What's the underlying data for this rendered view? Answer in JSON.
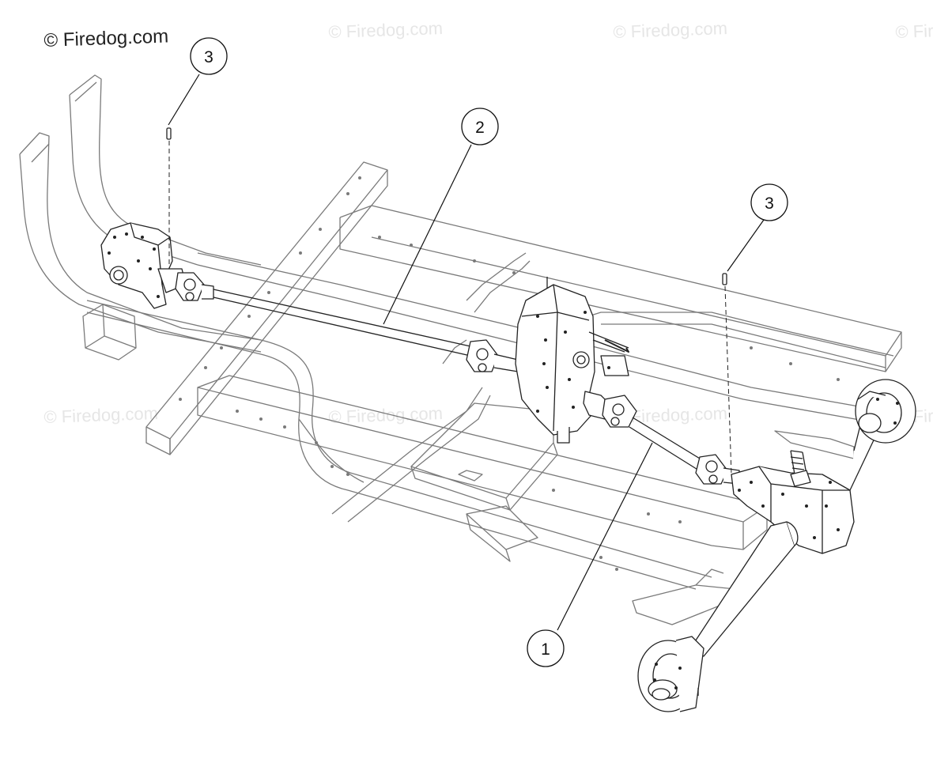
{
  "watermark": {
    "main": "© Firedog.com",
    "faint": "© Firedog.com"
  },
  "callouts": [
    {
      "label": "3"
    },
    {
      "label": "2"
    },
    {
      "label": "3"
    },
    {
      "label": "1"
    }
  ],
  "colors": {
    "frame_line": "#7a7a7a",
    "part_line": "#222222",
    "leader": "#111111",
    "watermark_faint": "#e6e6e6"
  }
}
